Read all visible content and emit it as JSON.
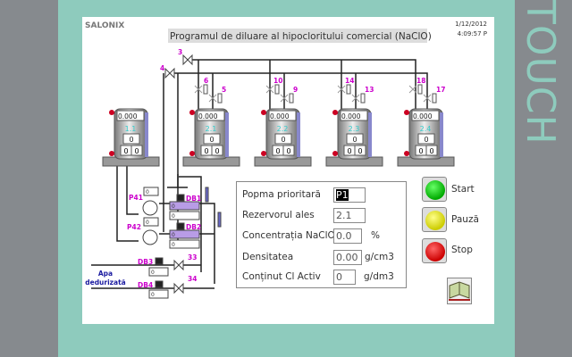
{
  "bezel_text": "TOUCH",
  "header": {
    "logo": "SALONIX",
    "title": "Programul de diluare al hipocloritului comercial (NaClO)",
    "date": "1/12/2012",
    "time": "4:09:57 P"
  },
  "colors": {
    "bezel": "#8ecbbd",
    "frame": "#868a8e",
    "labels": "#cc00cc",
    "water": "#1a1aa0"
  },
  "tanks": [
    {
      "id": "1.1",
      "level": "0.000",
      "value": "0",
      "a": "0",
      "b": "0"
    },
    {
      "id": "2.1",
      "level": "0.000",
      "value": "0",
      "a": "0",
      "b": "0"
    },
    {
      "id": "2.2",
      "level": "0.000",
      "value": "0",
      "a": "0",
      "b": "0"
    },
    {
      "id": "2.3",
      "level": "0.000",
      "value": "0",
      "a": "0",
      "b": "0"
    },
    {
      "id": "2.4",
      "level": "0.000",
      "value": "0",
      "a": "0",
      "b": "0"
    }
  ],
  "valves": {
    "v3": "3",
    "v4": "4",
    "v5": "5",
    "v6": "6",
    "v9": "9",
    "v10": "10",
    "v13": "13",
    "v14": "14",
    "v17": "17",
    "v18": "18",
    "v33": "33",
    "v34": "34"
  },
  "pumps": {
    "p41": "P41",
    "p41_value": "0",
    "p42": "P42",
    "p42_value": "0"
  },
  "meters": {
    "db1": "DB1",
    "db1_v1": "0",
    "db1_v2": "0",
    "db2": "DB2",
    "db2_v1": "0",
    "db2_v2": "0",
    "db3": "DB3",
    "db3_v": "0",
    "db4": "DB4",
    "db4_v": "0"
  },
  "water_label_1": "Apa",
  "water_label_2": "dedurizată",
  "panel": {
    "priority_pump_label": "Popma prioritară",
    "priority_pump_value": "P1",
    "tank_label": "Rezervorul ales",
    "tank_value": "2.1",
    "conc_label": "Concentrația NaClO",
    "conc_value": "0.0",
    "conc_unit": "%",
    "density_label": "Densitatea",
    "density_value": "0.00",
    "density_unit": "g/cm3",
    "cl_label": "Conținut Cl Activ",
    "cl_value": "0",
    "cl_unit": "g/dm3"
  },
  "buttons": {
    "start": "Start",
    "pause": "Pauză",
    "stop": "Stop"
  }
}
